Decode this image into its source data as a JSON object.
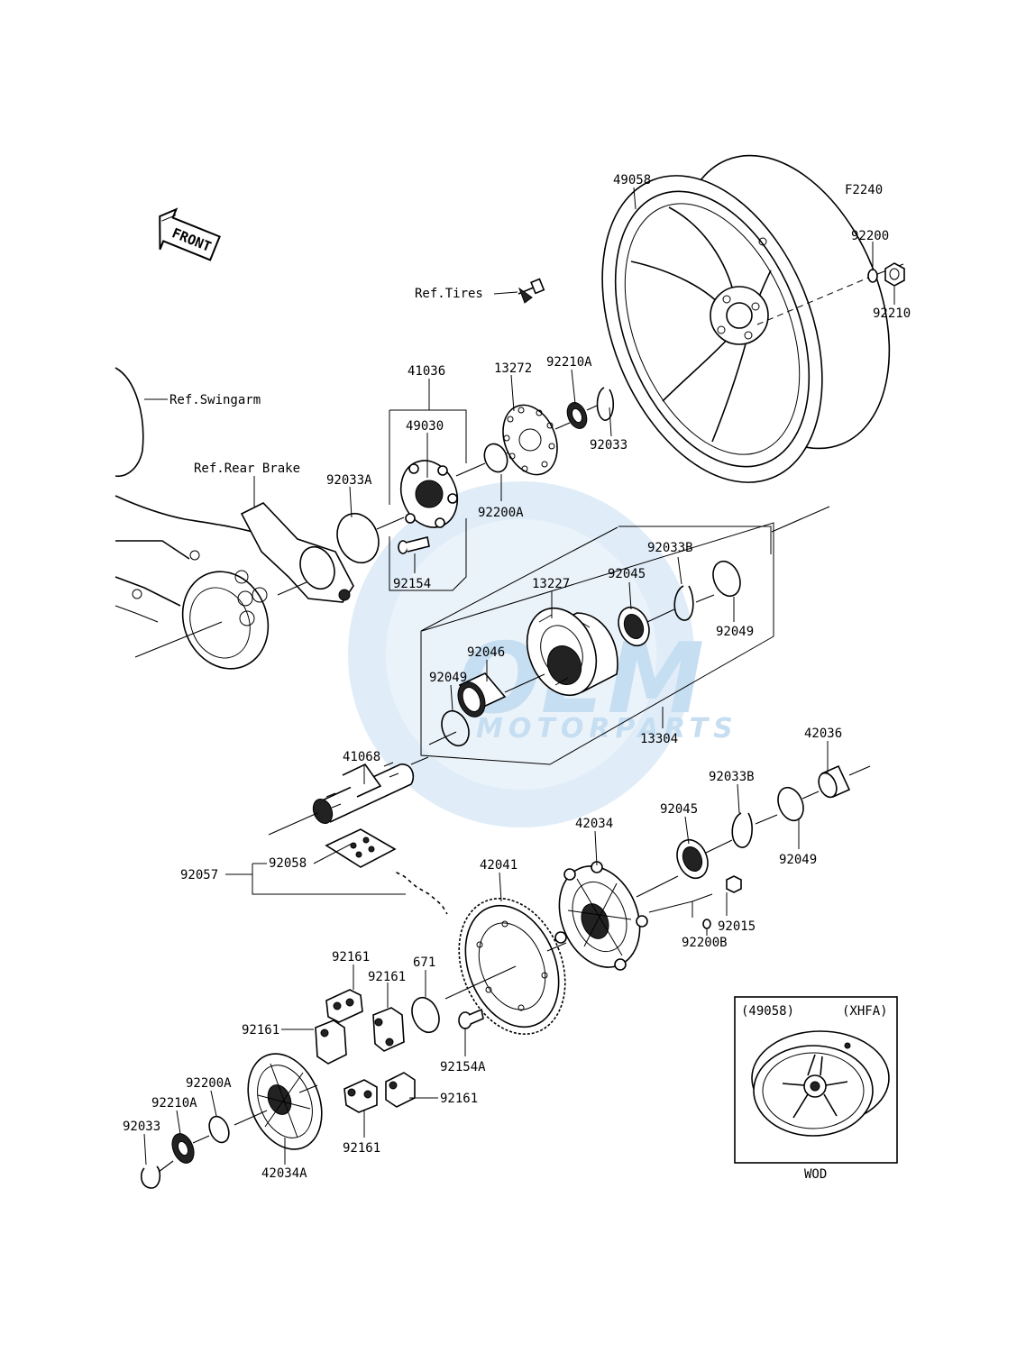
{
  "figure_code": "F2240",
  "watermark": {
    "brand": "OEM",
    "sub": "MOTORPARTS"
  },
  "front_arrow_label": "FRONT",
  "references": {
    "tires": "Ref.Tires",
    "swingarm": "Ref.Swingarm",
    "rear_brake": "Ref.Rear Brake"
  },
  "parts": {
    "p49058": "49058",
    "p92200": "92200",
    "p92210": "92210",
    "p41036": "41036",
    "p13272": "13272",
    "p92210A_top": "92210A",
    "p49030": "49030",
    "p92033_top": "92033",
    "p92033A": "92033A",
    "p92200A_top": "92200A",
    "p92154": "92154",
    "p92033B_top": "92033B",
    "p13227": "13227",
    "p92045_top": "92045",
    "p92049_right": "92049",
    "p92046": "92046",
    "p92049_left": "92049",
    "p13304": "13304",
    "p41068": "41068",
    "p42036": "42036",
    "p92033B_low": "92033B",
    "p92045_low": "92045",
    "p42034": "42034",
    "p92049_low": "92049",
    "p42041": "42041",
    "p92058": "92058",
    "p92057": "92057",
    "p92015": "92015",
    "p92200B": "92200B",
    "p92161_a": "92161",
    "p671": "671",
    "p92161_b": "92161",
    "p92161_c": "92161",
    "p92154A": "92154A",
    "p92200A_low": "92200A",
    "p92210A_low": "92210A",
    "p92161_d": "92161",
    "p92033_low": "92033",
    "p42034A": "42034A",
    "p92161_e": "92161"
  },
  "inset": {
    "part_ref": "(49058)",
    "variant": "(XHFA)",
    "caption": "WOD"
  }
}
